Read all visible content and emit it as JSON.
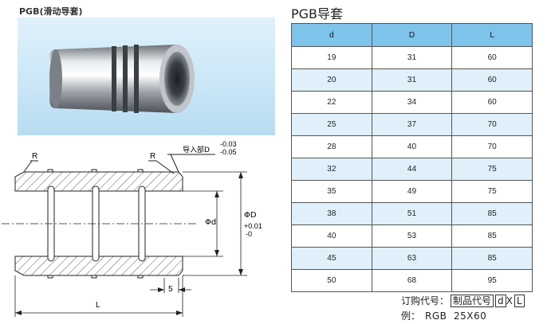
{
  "photo": {
    "caption": "PGB(滑动导套)"
  },
  "drawing": {
    "radius_label_left": "R",
    "radius_label_right": "R",
    "entry_label": "导入部D",
    "tol_upper": "-0.03",
    "tol_lower": "-0.05",
    "inner_dia_label": "Φd",
    "outer_dia_label": "ΦD",
    "outer_tol_upper": "+0.01",
    "outer_tol_lower": "-0",
    "groove_dim": "5",
    "length_label": "L"
  },
  "table": {
    "title": "PGB导套",
    "headers": [
      "d",
      "D",
      "L"
    ],
    "rows": [
      [
        "19",
        "31",
        "60"
      ],
      [
        "20",
        "31",
        "60"
      ],
      [
        "22",
        "34",
        "60"
      ],
      [
        "25",
        "37",
        "70"
      ],
      [
        "28",
        "40",
        "70"
      ],
      [
        "32",
        "44",
        "75"
      ],
      [
        "35",
        "49",
        "75"
      ],
      [
        "38",
        "51",
        "85"
      ],
      [
        "40",
        "53",
        "85"
      ],
      [
        "45",
        "63",
        "85"
      ],
      [
        "50",
        "68",
        "95"
      ]
    ]
  },
  "order": {
    "label": "订购代号：",
    "code_name": "制品代号",
    "code_d": "d",
    "sep": "X",
    "code_l": "L",
    "example_label": "例：",
    "example_value": "RGB  25X60"
  },
  "colors": {
    "header_blue": "#7ec3ea",
    "row_alt": "#dff0fb",
    "photo_bg": "#c9e6f7"
  }
}
